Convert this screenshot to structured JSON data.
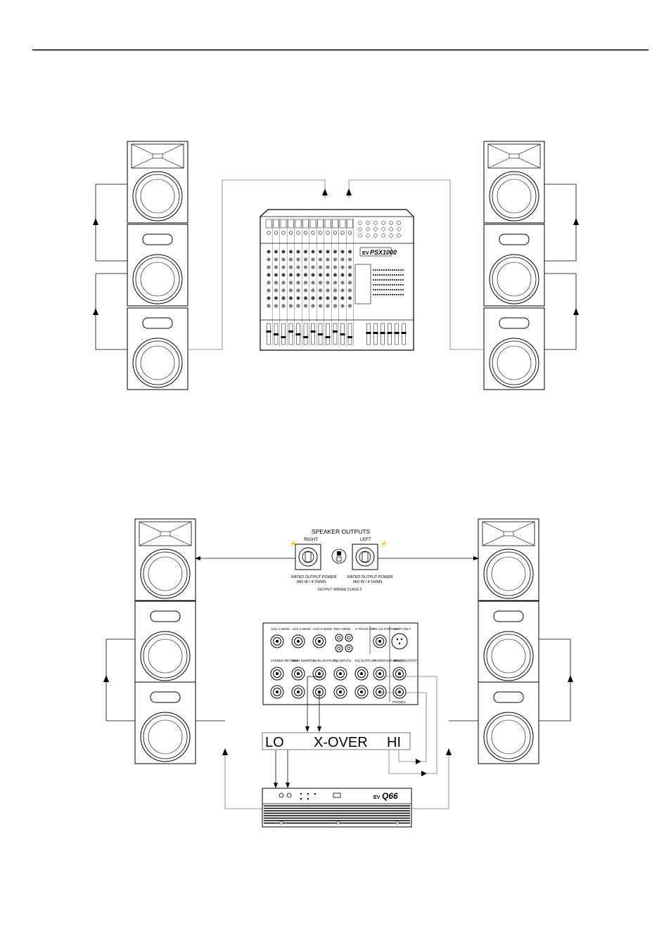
{
  "diagram1": {
    "mixer_brand": "EV",
    "mixer_model": "PSX1000"
  },
  "diagram2": {
    "speaker_outputs_title": "SPEAKER OUTPUTS",
    "right_label": "RIGHT",
    "left_label": "LEFT",
    "rated_power_right": "RATED OUTPUT POWER",
    "rated_power_left": "RATED OUTPUT POWER",
    "power_spec_right": "800 W / 4 OHMS",
    "power_spec_left": "800 W / 4 OHMS",
    "wiring_note": "OUTPUT WIRING CLASS 2",
    "jack_labels": [
      "AUX 1 SEND",
      "AUX 2 SEND",
      "AUX 3 SEND",
      "REC SEND",
      "2 TRACK RET",
      "FX 1/2 FOOTSW",
      "LAMP ONLY"
    ],
    "jack_labels_row2": [
      "STEREO RETURN",
      "MAIN INSERTS",
      "MAIN OUTPUTS",
      "EQ INPUTS",
      "EQ OUTPUTS",
      "POWERAMP INPUTS",
      "MONO OUTPUT"
    ],
    "phones_label": "PHONES",
    "xover_lo": "LO",
    "xover_title": "X-OVER",
    "xover_hi": "HI",
    "amp_brand": "EV",
    "amp_model": "Q66"
  }
}
